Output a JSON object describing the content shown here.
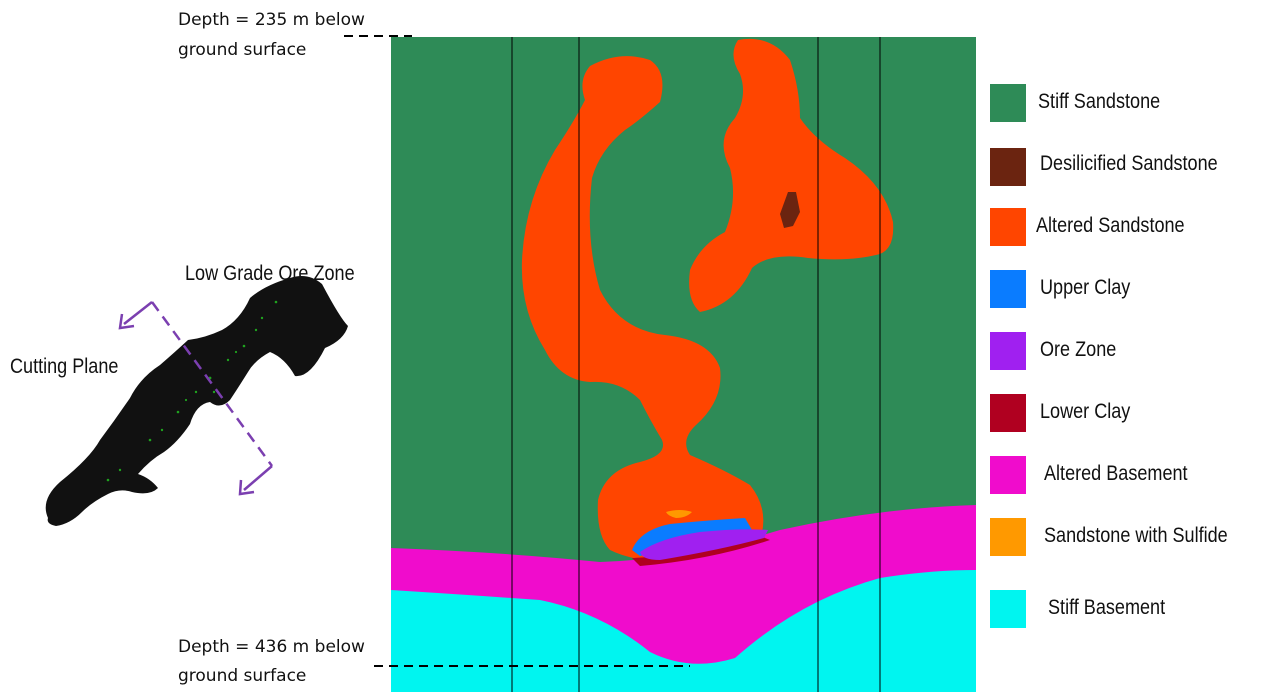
{
  "annotations": {
    "top_depth_line1": "Depth = 235 m below",
    "top_depth_line2": "ground surface",
    "bottom_depth_line1": "Depth = 436 m below",
    "bottom_depth_line2": "ground surface",
    "ore_zone_label": "Low Grade Ore Zone",
    "cutting_plane_label": "Cutting Plane"
  },
  "legend": [
    {
      "label": "Stiff Sandstone",
      "color": "#2e8b57"
    },
    {
      "label": "Desilicified Sandstone",
      "color": "#6b2410"
    },
    {
      "label": "Altered Sandstone",
      "color": "#ff4500"
    },
    {
      "label": "Upper Clay",
      "color": "#0a7cff"
    },
    {
      "label": "Ore Zone",
      "color": "#a020f0"
    },
    {
      "label": "Lower Clay",
      "color": "#b00020"
    },
    {
      "label": "Altered Basement",
      "color": "#f00ccc"
    },
    {
      "label": "Sandstone with Sulfide",
      "color": "#ff9900"
    },
    {
      "label": "Stiff Basement",
      "color": "#00f5f0"
    }
  ],
  "colors": {
    "ore_body": "#111111",
    "ore_speckle": "#1fa31f",
    "arrow": "#7b3fb0",
    "grid_line": "#000000"
  }
}
